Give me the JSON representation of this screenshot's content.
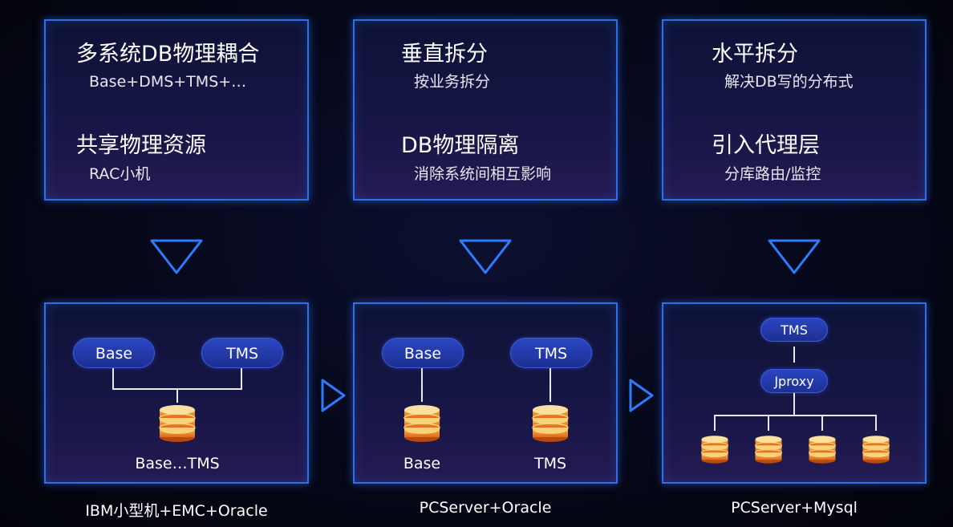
{
  "columns": [
    {
      "point1_title": "多系统DB物理耦合",
      "point1_desc": "Base+DMS+TMS+…",
      "point2_title": "共享物理资源",
      "point2_desc": "RAC小机",
      "node_left": "Base",
      "node_right": "TMS",
      "db_label": "Base…TMS",
      "caption": "IBM小型机+EMC+Oracle"
    },
    {
      "point1_title": "垂直拆分",
      "point1_desc": "按业务拆分",
      "point2_title": "DB物理隔离",
      "point2_desc": "消除系统间相互影响",
      "node_left": "Base",
      "node_right": "TMS",
      "db_left_label": "Base",
      "db_right_label": "TMS",
      "caption": "PCServer+Oracle"
    },
    {
      "point1_title": "水平拆分",
      "point1_desc": "解决DB写的分布式",
      "point2_title": "引入代理层",
      "point2_desc": "分库路由/监控",
      "node_top": "TMS",
      "node_proxy": "Jproxy",
      "caption": "PCServer+Mysql"
    }
  ],
  "colors": {
    "border": "#2f6fe6",
    "pill": "#2238a8",
    "db_orange": "#e8731e",
    "db_yellow": "#f5c35a"
  },
  "icons": [
    "triangle-down-icon",
    "triangle-right-icon",
    "database-icon"
  ]
}
